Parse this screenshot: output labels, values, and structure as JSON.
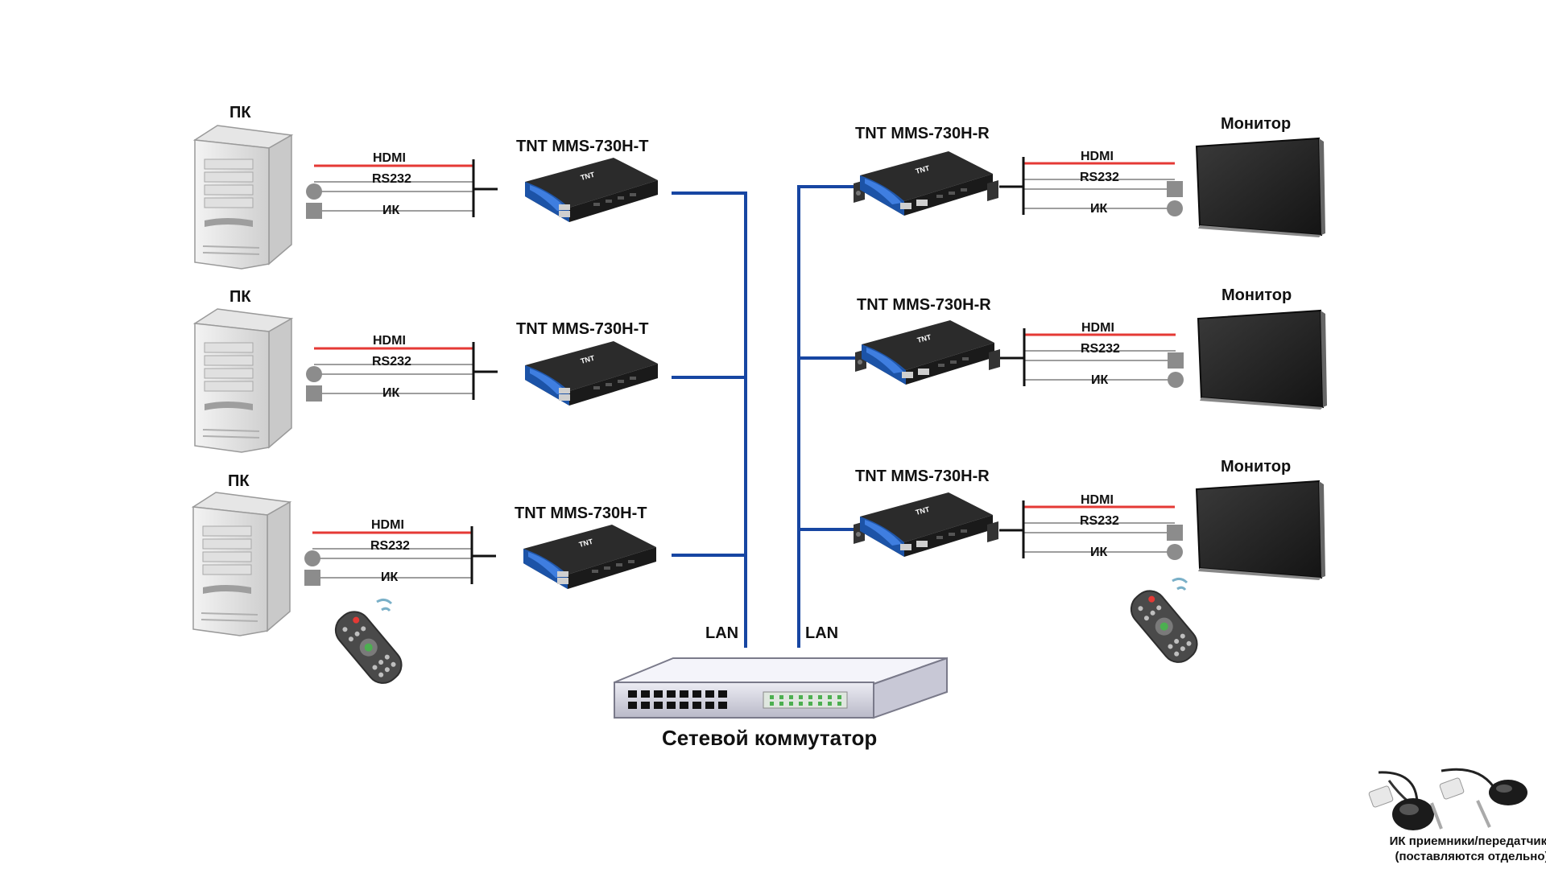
{
  "labels": {
    "pc": "ПК",
    "monitor": "Монитор",
    "transmitter": "TNT MMS-730H-T",
    "receiver": "TNT MMS-730H-R",
    "hdmi": "HDMI",
    "rs232": "RS232",
    "ir": "ИК",
    "lan": "LAN",
    "switch": "Сетевой коммутатор",
    "device_logo": "TNT",
    "ir_note_line1": "ИК приемники/передатчики",
    "ir_note_line2": "(поставляются отдельно)"
  },
  "colors": {
    "hdmi_line": "#e53935",
    "signal_line": "#9e9e9e",
    "lan_line": "#1746a2",
    "device_body": "#1c1c1c",
    "device_accent": "#1e5bb8"
  }
}
